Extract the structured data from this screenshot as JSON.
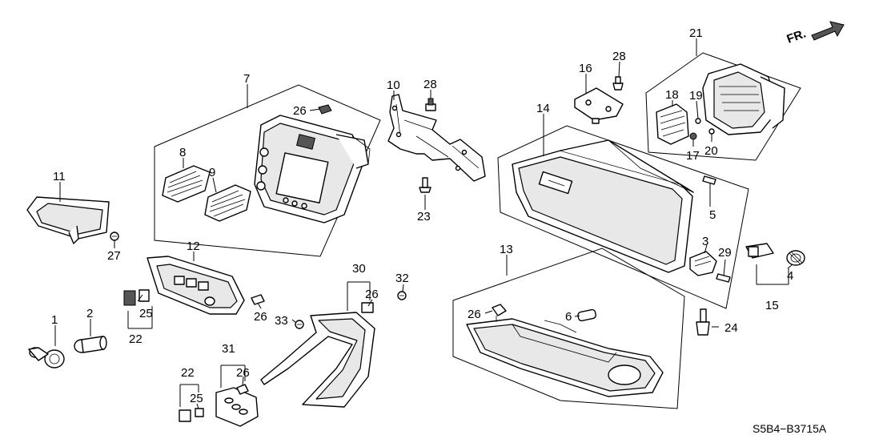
{
  "direction_label": "FR.",
  "diagram_code": "S5B4−B3715A",
  "callouts": [
    "1",
    "2",
    "3",
    "4",
    "5",
    "6",
    "7",
    "8",
    "9",
    "10",
    "11",
    "12",
    "13",
    "14",
    "15",
    "16",
    "17",
    "18",
    "19",
    "20",
    "21",
    "22",
    "22",
    "23",
    "24",
    "25",
    "25",
    "26",
    "26",
    "26",
    "26",
    "26",
    "27",
    "28",
    "28",
    "29",
    "30",
    "31",
    "32",
    "33"
  ]
}
